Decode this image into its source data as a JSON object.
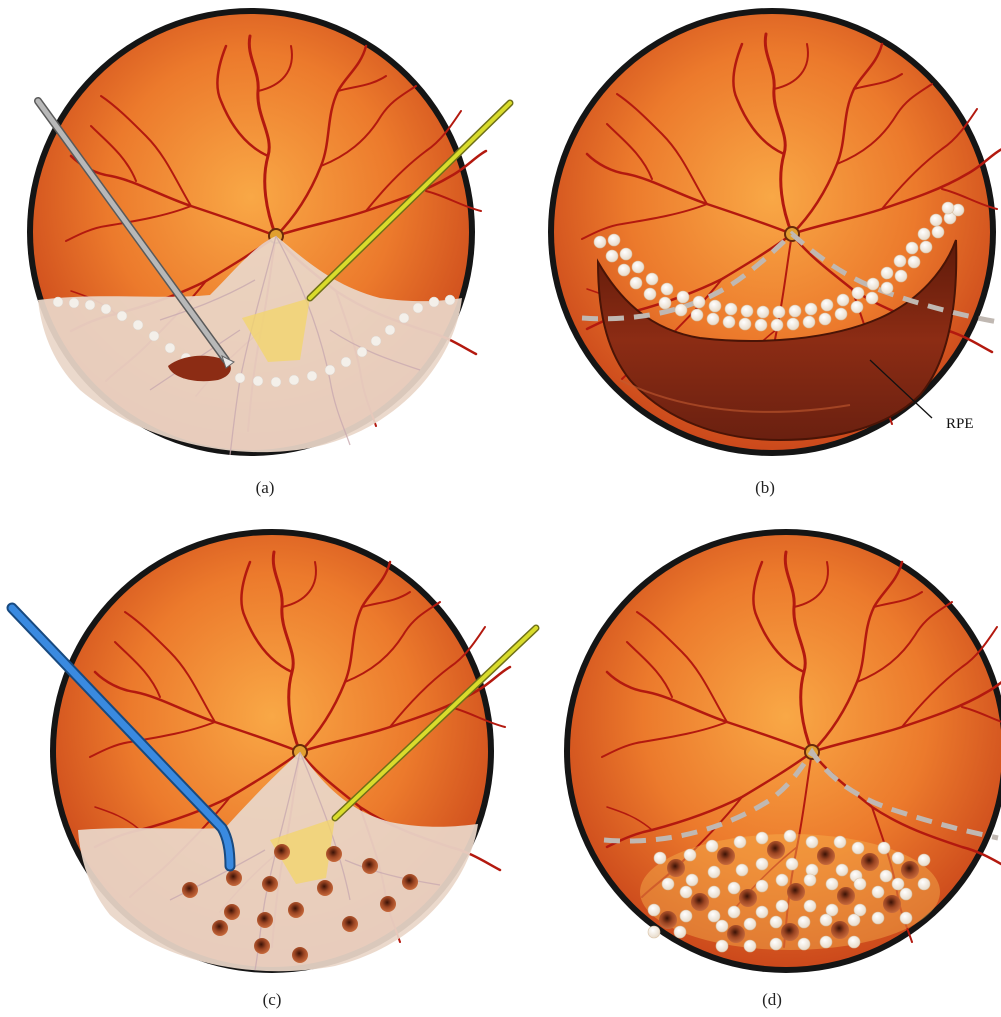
{
  "panels": [
    {
      "id": "a",
      "caption": "(a)"
    },
    {
      "id": "b",
      "caption": "(b)"
    },
    {
      "id": "c",
      "caption": "(c)"
    },
    {
      "id": "d",
      "caption": "(d)"
    }
  ],
  "annotations": {
    "rpe_label": "RPE"
  },
  "colors": {
    "fundus_center": "#f8a040",
    "fundus_edge": "#cf4a1a",
    "vessel": "#b3190f",
    "detached_retina": "#e8d5c8",
    "rpe_dark": "#7a2410",
    "instrument_grey": "#9a9a9a",
    "instrument_yellow": "#d8dc2a",
    "instrument_blue": "#2f7fd0",
    "cell_white": "#f5ede0",
    "cell_brown": "#8c3a1c",
    "dashed_line": "#b8b0aa"
  }
}
